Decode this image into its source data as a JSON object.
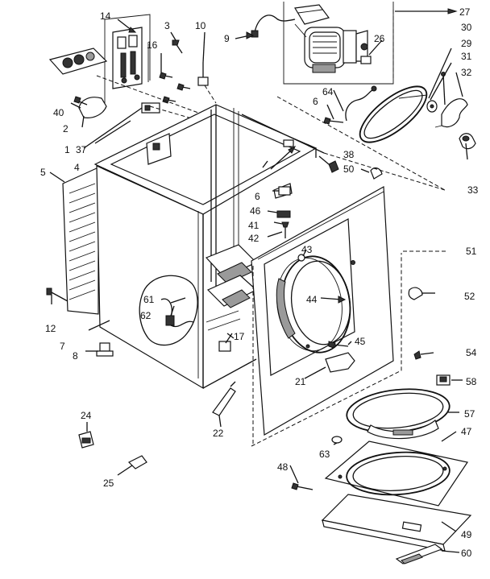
{
  "diagram": {
    "callouts": [
      {
        "id": "c14",
        "text": "14"
      },
      {
        "id": "c3",
        "text": "3"
      },
      {
        "id": "c10",
        "text": "10"
      },
      {
        "id": "c9",
        "text": "9"
      },
      {
        "id": "c27",
        "text": "27"
      },
      {
        "id": "c30",
        "text": "30"
      },
      {
        "id": "c29",
        "text": "29"
      },
      {
        "id": "c26",
        "text": "26"
      },
      {
        "id": "c31",
        "text": "31"
      },
      {
        "id": "c32",
        "text": "32"
      },
      {
        "id": "c16",
        "text": "16"
      },
      {
        "id": "c40",
        "text": "40"
      },
      {
        "id": "c2",
        "text": "2"
      },
      {
        "id": "c1",
        "text": "1"
      },
      {
        "id": "c37",
        "text": "37"
      },
      {
        "id": "c4",
        "text": "4"
      },
      {
        "id": "c64",
        "text": "64"
      },
      {
        "id": "c6a",
        "text": "6"
      },
      {
        "id": "c5",
        "text": "5"
      },
      {
        "id": "c38",
        "text": "38"
      },
      {
        "id": "c50",
        "text": "50"
      },
      {
        "id": "c33",
        "text": "33"
      },
      {
        "id": "c6b",
        "text": "6"
      },
      {
        "id": "c46",
        "text": "46"
      },
      {
        "id": "c41",
        "text": "41"
      },
      {
        "id": "c42",
        "text": "42"
      },
      {
        "id": "c51",
        "text": "51"
      },
      {
        "id": "c43",
        "text": "43"
      },
      {
        "id": "c44",
        "text": "44"
      },
      {
        "id": "c52",
        "text": "52"
      },
      {
        "id": "c61",
        "text": "61"
      },
      {
        "id": "c62",
        "text": "62"
      },
      {
        "id": "c12",
        "text": "12"
      },
      {
        "id": "c7",
        "text": "7"
      },
      {
        "id": "c17",
        "text": "17"
      },
      {
        "id": "c45",
        "text": "45"
      },
      {
        "id": "c54",
        "text": "54"
      },
      {
        "id": "c8",
        "text": "8"
      },
      {
        "id": "c21",
        "text": "21"
      },
      {
        "id": "c58",
        "text": "58"
      },
      {
        "id": "c57",
        "text": "57"
      },
      {
        "id": "c24",
        "text": "24"
      },
      {
        "id": "c22",
        "text": "22"
      },
      {
        "id": "c47",
        "text": "47"
      },
      {
        "id": "c63",
        "text": "63"
      },
      {
        "id": "c48",
        "text": "48"
      },
      {
        "id": "c25",
        "text": "25"
      },
      {
        "id": "c49",
        "text": "49"
      },
      {
        "id": "c60",
        "text": "60"
      }
    ]
  }
}
